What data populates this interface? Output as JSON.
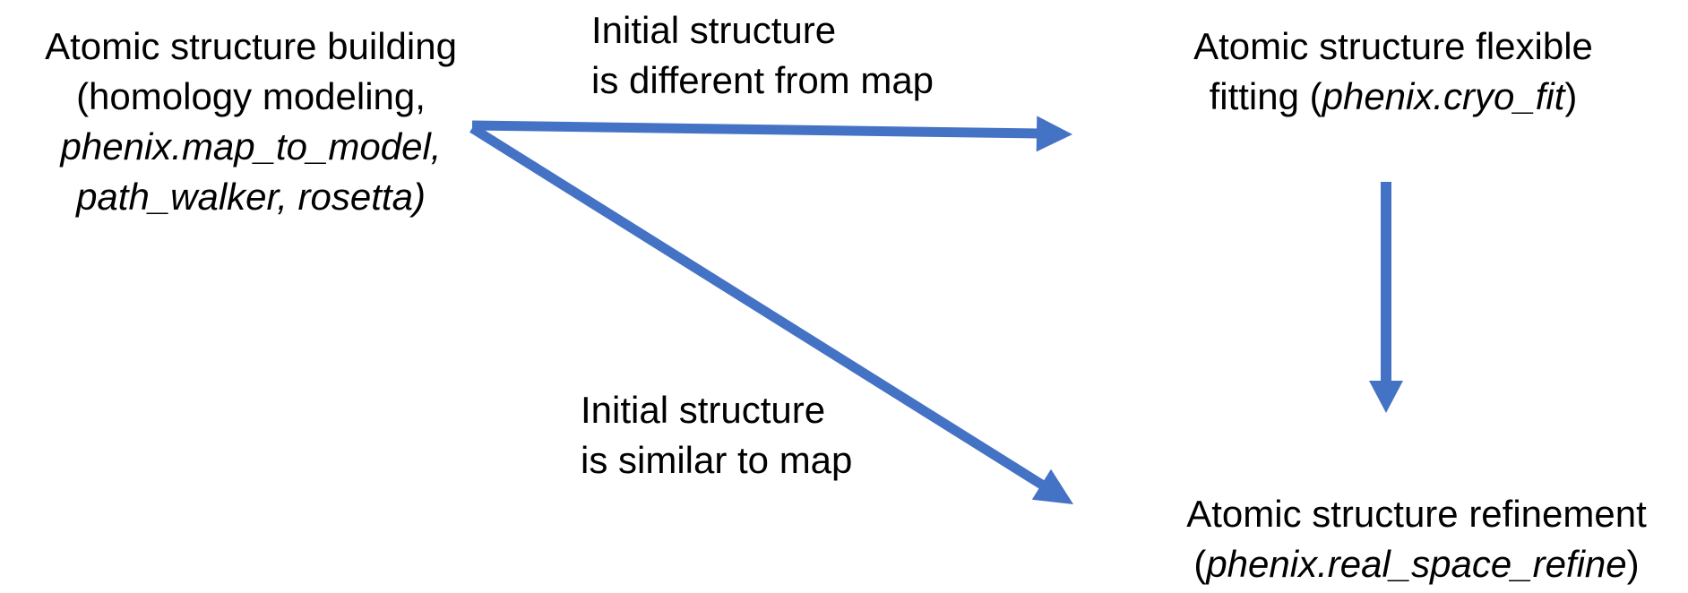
{
  "canvas": {
    "background": "#ffffff",
    "text_color": "#000000",
    "arrow_color": "#4472C4"
  },
  "nodes": {
    "building": {
      "line1": "Atomic structure building",
      "line2": "(homology modeling,",
      "line3": "phenix.map_to_model,",
      "line4": "path_walker, rosetta)"
    },
    "fitting": {
      "line1": "Atomic structure flexible",
      "line2_prefix": "fitting (",
      "line2_italic": "phenix.cryo_fit",
      "line2_suffix": ")"
    },
    "refinement": {
      "line1": "Atomic structure refinement",
      "line2_prefix": "(",
      "line2_italic": "phenix.real_space_refine",
      "line2_suffix": ")"
    }
  },
  "labels": {
    "different": {
      "line1": "Initial structure",
      "line2": "is different from map"
    },
    "similar": {
      "line1": "Initial structure",
      "line2": "is similar to map"
    }
  },
  "arrows": [
    {
      "name": "building-to-fitting",
      "from": "Atomic structure building",
      "to": "Atomic structure flexible fitting",
      "condition": "Initial structure is different from map"
    },
    {
      "name": "building-to-refinement",
      "from": "Atomic structure building",
      "to": "Atomic structure refinement",
      "condition": "Initial structure is similar to map"
    },
    {
      "name": "fitting-to-refinement",
      "from": "Atomic structure flexible fitting",
      "to": "Atomic structure refinement",
      "condition": ""
    }
  ]
}
